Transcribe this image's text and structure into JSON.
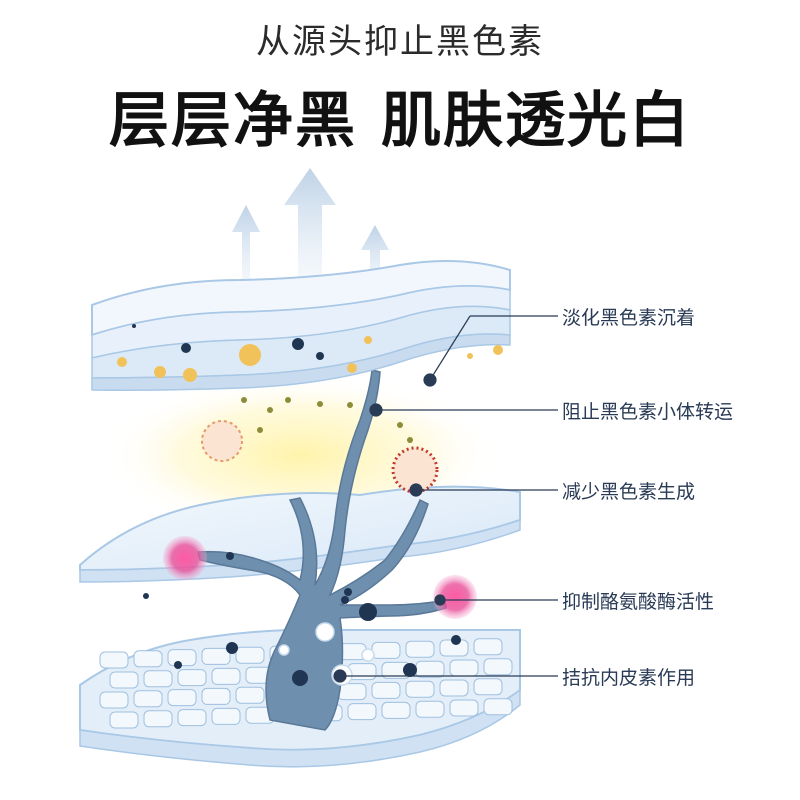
{
  "header": {
    "subtitle": "从源头抑止黑色素",
    "headline_left": "层层净黑",
    "headline_right": "肌肤透光白"
  },
  "callouts": [
    {
      "text": "淡化黑色素沉着"
    },
    {
      "text": "阻止黑色素小体转运"
    },
    {
      "text": "减少黑色素生成"
    },
    {
      "text": "抑制酪氨酸酶活性"
    },
    {
      "text": "拮抗内皮素作用"
    }
  ],
  "colors": {
    "layer_fill": "#e7f1fb",
    "layer_stroke": "#a9c8e6",
    "melanocyte": "#6f8fae",
    "melanin_dot": "#1f3552",
    "gold_dot": "#f2c25a",
    "pink": "#e0408f",
    "glow": "#fff6b8",
    "leader": "#2a3b56"
  }
}
